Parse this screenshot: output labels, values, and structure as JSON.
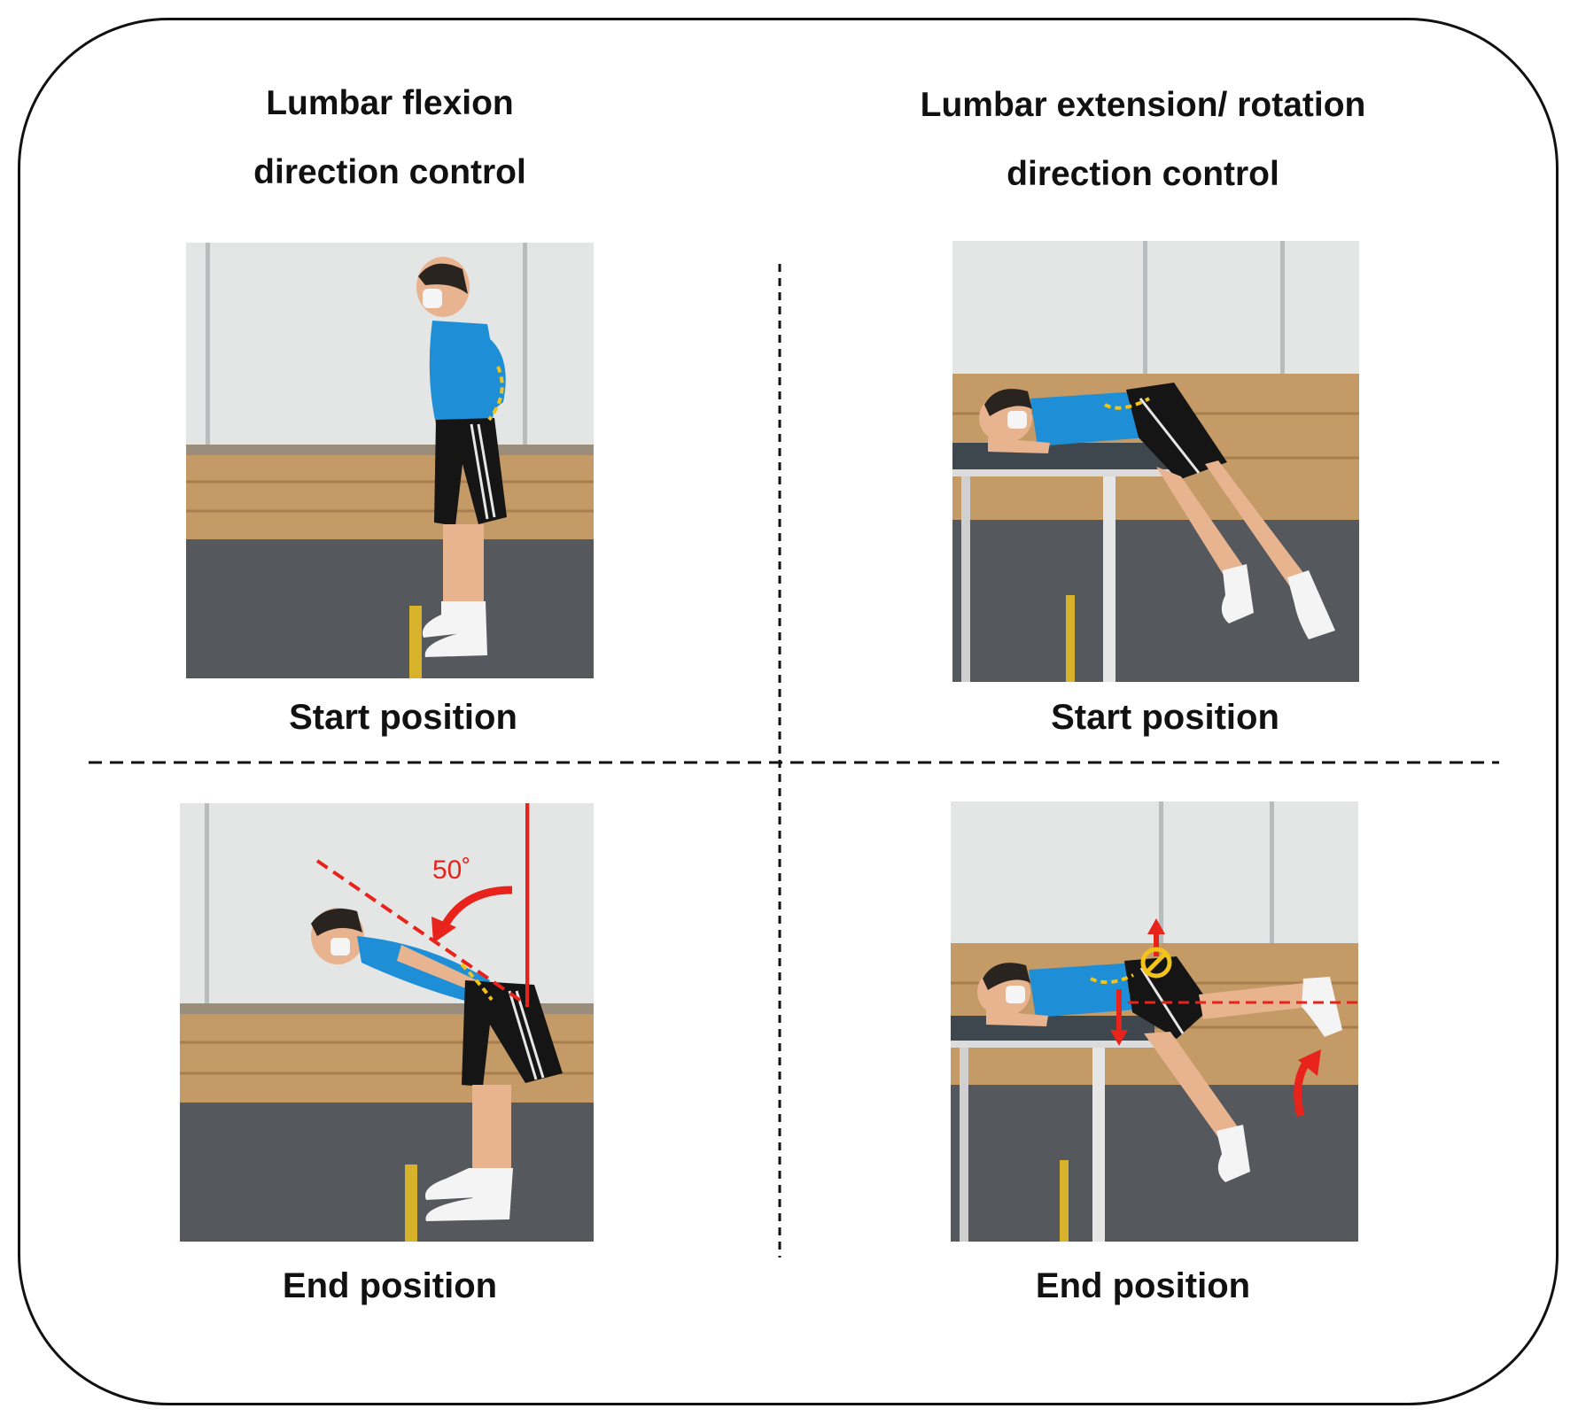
{
  "left_column": {
    "heading_line1": "Lumbar flexion",
    "heading_line2": "direction control",
    "start_caption": "Start position",
    "end_caption": "End position",
    "end_angle_label": "50˚"
  },
  "right_column": {
    "heading_line1": "Lumbar extension/ rotation",
    "heading_line2": "direction control",
    "start_caption": "Start position",
    "end_caption": "End position"
  },
  "colors": {
    "frame": "#111111",
    "wall": "#e4e6e6",
    "wood": "#c49a66",
    "floor": "#55585c",
    "shirt": "#1e8fd6",
    "shorts": "#151515",
    "skin": "#e8b38f",
    "annotation_red": "#e8231c",
    "annotation_yellow": "#f2c318"
  }
}
